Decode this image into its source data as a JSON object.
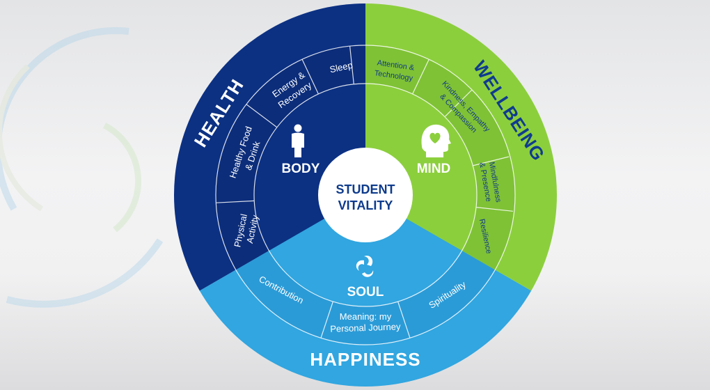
{
  "diagram": {
    "center": {
      "line1": "STUDENT",
      "line2": "VITALITY"
    },
    "segments": {
      "health": {
        "outer_label": "HEALTH",
        "core_label": "BODY",
        "color": "#0c3183",
        "ring": [
          "Sleep",
          "Energy &",
          "Recovery",
          "Healthy Food",
          "& Drink",
          "Physical",
          "Activity"
        ]
      },
      "wellbeing": {
        "outer_label": "WELLBEING",
        "core_label": "MIND",
        "color": "#8ccf3d",
        "ring": [
          "Attention &",
          "Technology",
          "Kindness, Empathy",
          "& Compassion",
          "Mindfulness",
          "& Presence",
          "Resilience"
        ]
      },
      "happiness": {
        "outer_label": "HAPPINESS",
        "core_label": "SOUL",
        "color": "#31a6e0",
        "ring": [
          "Contribution",
          "Meaning: my",
          "Personal Journey",
          "Spirituality"
        ]
      }
    },
    "icons": [
      "person-icon",
      "head-heart-icon",
      "triskelion-icon"
    ]
  }
}
